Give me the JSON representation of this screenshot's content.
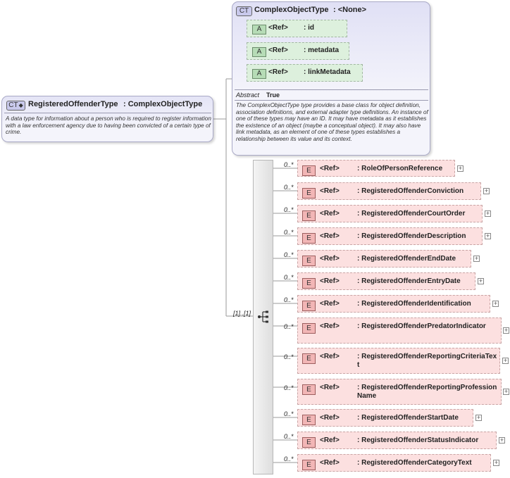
{
  "main_type": {
    "badge": "CT",
    "name": "RegisteredOffenderType",
    "base": ": ComplexObjectType",
    "description": "A data type for information about a person who is required to register information with a law enforcement agency due to having been convicted of a certain type of crime."
  },
  "base_type": {
    "badge": "CT",
    "name": "ComplexObjectType",
    "base": ": <None>",
    "attributes": [
      {
        "badge": "A",
        "ref": "<Ref>",
        "name": ": id"
      },
      {
        "badge": "A",
        "ref": "<Ref>",
        "name": ": metadata"
      },
      {
        "badge": "A",
        "ref": "<Ref>",
        "name": ": linkMetadata"
      }
    ],
    "abstract_label": "Abstract",
    "abstract_value": "True",
    "description": "The ComplexObjectType type provides a base class for object definition, association definitions, and external adapter type definitions. An instance of one of these types may have an ID. It may have metadata as it establishes the existence of an object (maybe a conceptual object). It may also have link metadata, as an element of one of these types establishes a relationship between its value and its context."
  },
  "sequence": {
    "cardinality": "[1]..[1]",
    "icon": "sequence-icon"
  },
  "elements": [
    {
      "badge": "E",
      "ref": "<Ref>",
      "name": ": RoleOfPersonReference",
      "card": "0..*"
    },
    {
      "badge": "E",
      "ref": "<Ref>",
      "name": ": RegisteredOffenderConviction",
      "card": "0..*"
    },
    {
      "badge": "E",
      "ref": "<Ref>",
      "name": ": RegisteredOffenderCourtOrder",
      "card": "0..*"
    },
    {
      "badge": "E",
      "ref": "<Ref>",
      "name": ": RegisteredOffenderDescription",
      "card": "0..*"
    },
    {
      "badge": "E",
      "ref": "<Ref>",
      "name": ": RegisteredOffenderEndDate",
      "card": "0..*"
    },
    {
      "badge": "E",
      "ref": "<Ref>",
      "name": ": RegisteredOffenderEntryDate",
      "card": "0..*"
    },
    {
      "badge": "E",
      "ref": "<Ref>",
      "name": ": RegisteredOffenderIdentification",
      "card": "0..*"
    },
    {
      "badge": "E",
      "ref": "<Ref>",
      "name": ": RegisteredOffenderPredatorIndicator",
      "card": "0..*"
    },
    {
      "badge": "E",
      "ref": "<Ref>",
      "name": ": RegisteredOffenderReportingCriteriaText",
      "card": "0..*"
    },
    {
      "badge": "E",
      "ref": "<Ref>",
      "name": ": RegisteredOffenderReportingProfessionName",
      "card": "0..*"
    },
    {
      "badge": "E",
      "ref": "<Ref>",
      "name": ": RegisteredOffenderStartDate",
      "card": "0..*"
    },
    {
      "badge": "E",
      "ref": "<Ref>",
      "name": ": RegisteredOffenderStatusIndicator",
      "card": "0..*"
    },
    {
      "badge": "E",
      "ref": "<Ref>",
      "name": ": RegisteredOffenderCategoryText",
      "card": "0..*"
    }
  ],
  "colors": {
    "complex_type_bg": "#e4e4f6",
    "attribute_bg": "#ddf0dd",
    "element_bg": "#fce0e0",
    "line": "#9a9a9a"
  }
}
